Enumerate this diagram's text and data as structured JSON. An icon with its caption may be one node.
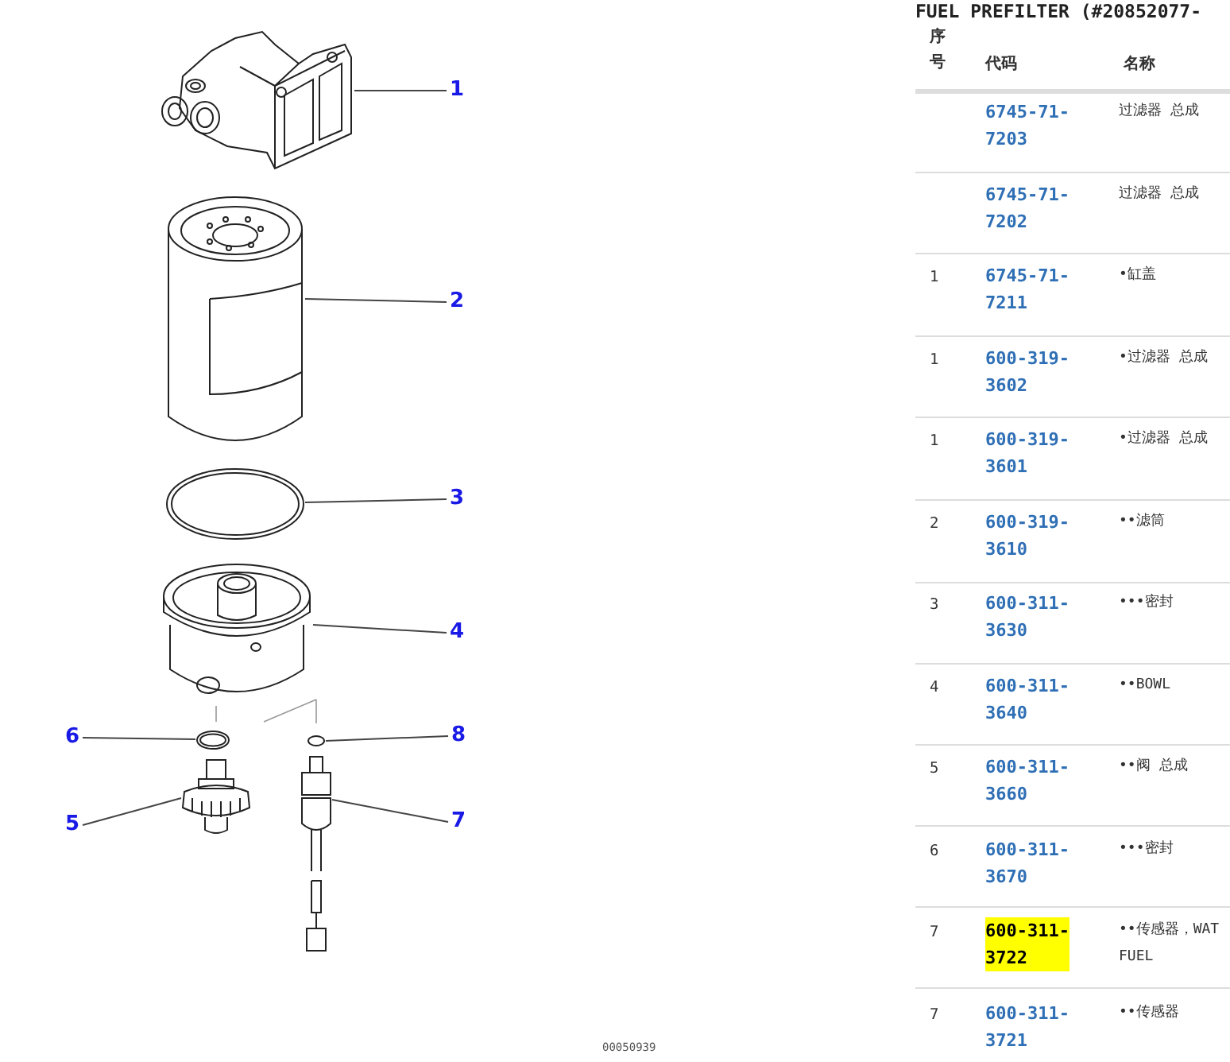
{
  "diagram": {
    "title": "FUEL PREFILTER (#20852077-",
    "nodes": [
      {
        "text": [
          "1"
        ]
      },
      {
        "text": [],
        "shape": "picture"
      },
      {
        "text": [
          "2"
        ]
      },
      {
        "text": [],
        "shape": "picture"
      },
      {
        "text": [
          "3"
        ]
      },
      {
        "text": [],
        "shape": "picture"
      },
      {
        "text": [
          "4"
        ]
      },
      {
        "text": [],
        "shape": "picture"
      },
      {
        "text": [
          "5"
        ]
      },
      {
        "text": [],
        "shape": "picture"
      },
      {
        "text": [
          "6"
        ]
      },
      {
        "text": [],
        "shape": "picture"
      },
      {
        "text": [
          "7"
        ]
      },
      {
        "text": [],
        "shape": "picture"
      },
      {
        "text": [
          "8"
        ]
      },
      {
        "text": [],
        "shape": "circle"
      }
    ],
    "edges": [
      {
        "from": 0,
        "to": 1,
        "arrow": "none"
      },
      {
        "from": 2,
        "to": 3,
        "arrow": "none"
      },
      {
        "from": 4,
        "to": 5,
        "arrow": "none"
      },
      {
        "from": 6,
        "to": 7,
        "arrow": "none"
      },
      {
        "from": 8,
        "to": 9,
        "arrow": "none"
      },
      {
        "from": 10,
        "to": 11,
        "arrow": "none"
      },
      {
        "from": 12,
        "to": 13,
        "arrow": "none"
      },
      {
        "from": 14,
        "to": 15,
        "arrow": "none"
      }
    ],
    "labels": [
      "序号",
      "代码",
      "名称",
      "6745-71-7203",
      "过滤器 总成",
      "6745-71-7202",
      "过滤器 总成",
      "1",
      "6745-71-7211",
      "•缸盖",
      "1",
      "600-319-3602",
      "•过滤器 总成",
      "1",
      "600-319-3601",
      "•过滤器 总成",
      "2",
      "600-319-3610",
      "••滤筒",
      "3",
      "600-311-3630",
      "•••密封",
      "4",
      "600-311-3640",
      "••BOWL",
      "5",
      "600-311-3660",
      "••阀 总成",
      "6",
      "600-311-3670",
      "•••密封",
      "7",
      "600-311-3722",
      "••传感器，WAT FUEL",
      "7",
      "600-311-3721",
      "••传感器",
      "00050939"
    ]
  }
}
